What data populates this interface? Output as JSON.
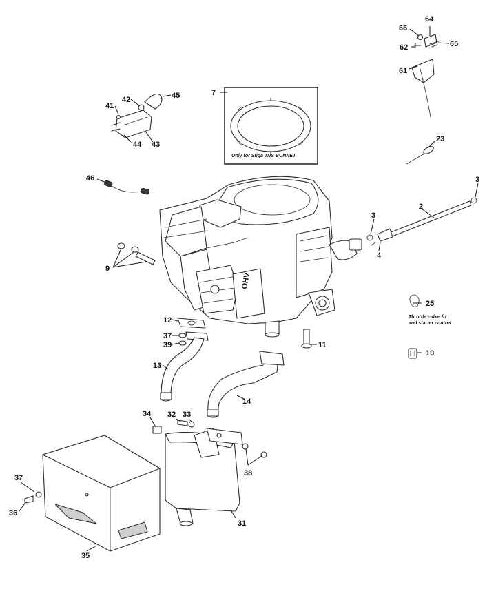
{
  "callouts": [
    "64",
    "66",
    "62",
    "65",
    "61",
    "7",
    "45",
    "42",
    "41",
    "44",
    "43",
    "23",
    "46",
    "3",
    "2",
    "3",
    "4",
    "9",
    "25",
    "12",
    "37",
    "39",
    "11",
    "13",
    "10",
    "14",
    "34",
    "32",
    "33",
    "38",
    "37",
    "36",
    "31",
    "35"
  ],
  "notes": {
    "stiga_only": "Only for Stiga TNS BONNET",
    "throttle_line1": "Throttle cable fix",
    "throttle_line2": "and starter control"
  },
  "engine_badge": "OHV"
}
